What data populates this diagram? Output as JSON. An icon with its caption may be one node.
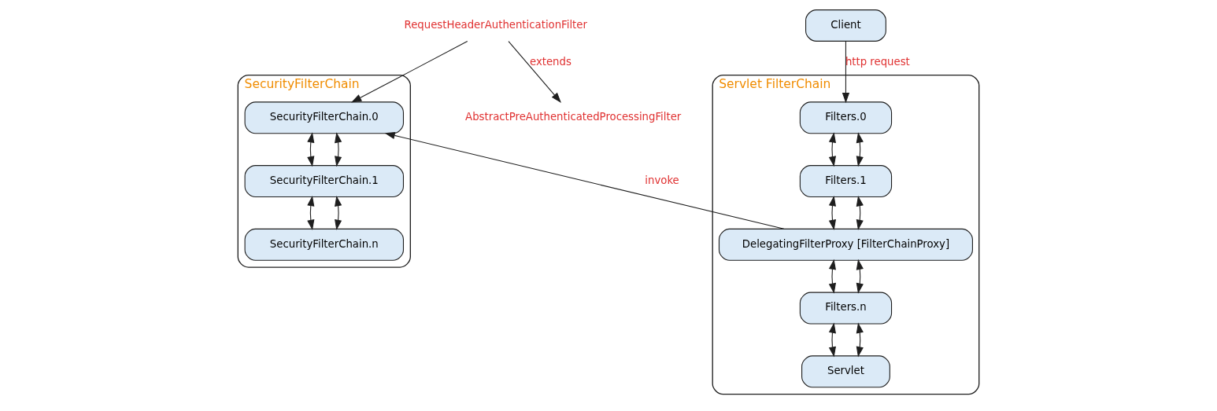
{
  "diagram": {
    "nodes": [
      {
        "text": [
          "Servlet FilterChain"
        ]
      },
      {
        "text": [
          "Filters.0"
        ],
        "in": 0
      },
      {
        "text": [
          "Filters.1"
        ],
        "in": 0
      },
      {
        "text": [
          "DelegatingFilterProxy [FilterChainProxy]"
        ],
        "in": 0
      },
      {
        "text": [
          "Filters.n"
        ],
        "in": 0
      },
      {
        "text": [
          "Servlet"
        ],
        "in": 0
      },
      {
        "text": [
          "Client"
        ]
      },
      {
        "text": [
          "SecurityFilterChain"
        ]
      },
      {
        "text": [
          "SecurityFilterChain.0"
        ],
        "in": 7
      },
      {
        "text": [
          "SecurityFilterChain.1"
        ],
        "in": 7
      },
      {
        "text": [
          "SecurityFilterChain.n"
        ],
        "in": 7
      },
      {
        "text": [
          "RequestHeaderAuthenticationFilter"
        ]
      },
      {
        "text": [
          "AbstractPreAuthenticatedProcessingFilter"
        ]
      }
    ],
    "edges": [
      {
        "from": 6,
        "to": 1,
        "arrow": "to",
        "label": "http request"
      },
      {
        "from": 1,
        "to": 2,
        "arrow": "both"
      },
      {
        "from": 1,
        "to": 2,
        "arrow": "both"
      },
      {
        "from": 2,
        "to": 3,
        "arrow": "both"
      },
      {
        "from": 2,
        "to": 3,
        "arrow": "both"
      },
      {
        "from": 3,
        "to": 4,
        "arrow": "both"
      },
      {
        "from": 3,
        "to": 4,
        "arrow": "both"
      },
      {
        "from": 4,
        "to": 5,
        "arrow": "both"
      },
      {
        "from": 4,
        "to": 5,
        "arrow": "both"
      },
      {
        "from": 3,
        "to": 8,
        "arrow": "to",
        "label": "invoke"
      },
      {
        "from": 11,
        "to": 8,
        "arrow": "to"
      },
      {
        "from": 8,
        "to": 9,
        "arrow": "both"
      },
      {
        "from": 8,
        "to": 9,
        "arrow": "both"
      },
      {
        "from": 9,
        "to": 10,
        "arrow": "both"
      },
      {
        "from": 9,
        "to": 10,
        "arrow": "both"
      },
      {
        "from": 11,
        "to": 12,
        "arrow": "to",
        "label": "extends"
      }
    ]
  }
}
